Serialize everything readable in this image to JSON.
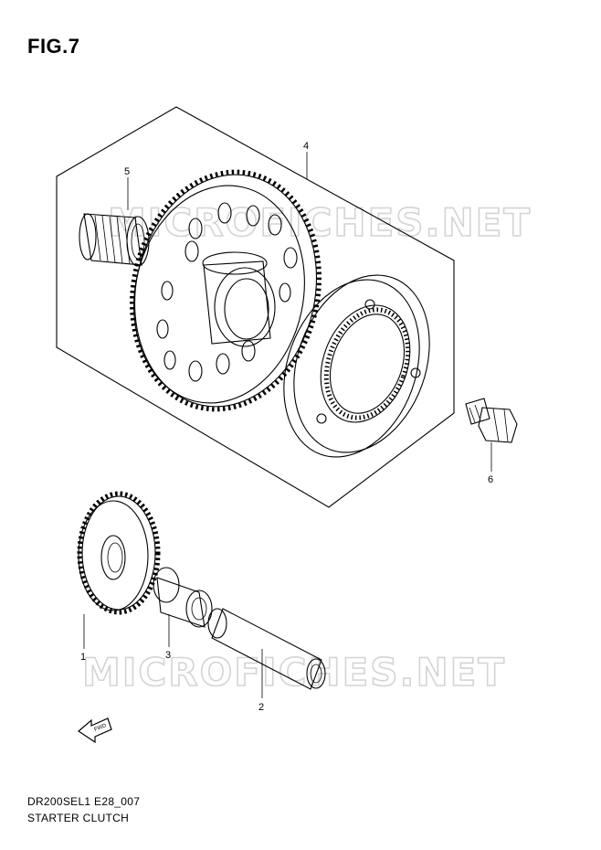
{
  "figure_title": "FIG.7",
  "diagram_code": "DR200SEL1 E28_007",
  "diagram_caption": "STARTER CLUTCH",
  "watermark": "MICROFICHES.NET",
  "fwd_label": "FWD",
  "parts": [
    {
      "ref": "1"
    },
    {
      "ref": "2"
    },
    {
      "ref": "3"
    },
    {
      "ref": "4"
    },
    {
      "ref": "5"
    },
    {
      "ref": "6"
    }
  ]
}
